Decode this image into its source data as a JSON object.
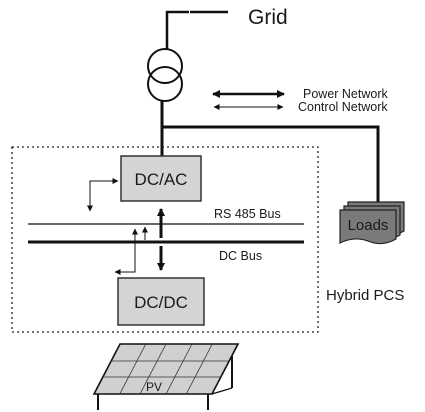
{
  "grid_label": "Grid",
  "legend": {
    "power_network": "Power Network",
    "control_network": "Control Network"
  },
  "blocks": {
    "dcac": "DC/AC",
    "dcdc": "DC/DC",
    "loads": "Loads",
    "pv": "PV"
  },
  "buses": {
    "rs485": "RS 485 Bus",
    "dc": "DC Bus"
  },
  "system_label": "Hybrid PCS",
  "colors": {
    "line": "#111111",
    "block_fill": "#d4d4d4",
    "loads_fill": "#7a7a7a",
    "panel_fill": "#d0d0d0"
  }
}
